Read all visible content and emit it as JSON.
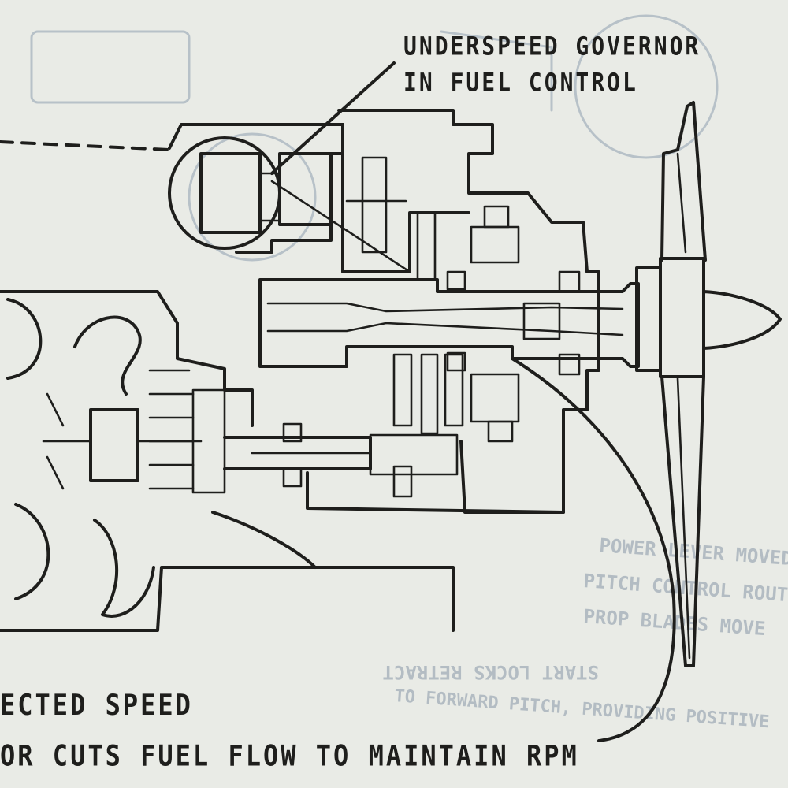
{
  "callout_top": {
    "line1": "UNDERSPEED GOVERNOR",
    "line2": "IN FUEL CONTROL"
  },
  "caption_bottom": {
    "line1": "ECTED SPEED",
    "line2": "OR CUTS FUEL FLOW TO MAINTAIN RPM"
  },
  "bleed_through": {
    "lines": [
      "POWER LEVER MOVED TO",
      "PITCH CONTROL ROUTES OIL",
      "PROP BLADES MOVE",
      "START LOCKS RETRACT",
      "TO FORWARD PITCH, PROVIDING POSITIVE"
    ]
  },
  "colors": {
    "paper": "#e9ebe6",
    "ink": "#1e1e1c",
    "bleed": "#b3bcc3"
  }
}
